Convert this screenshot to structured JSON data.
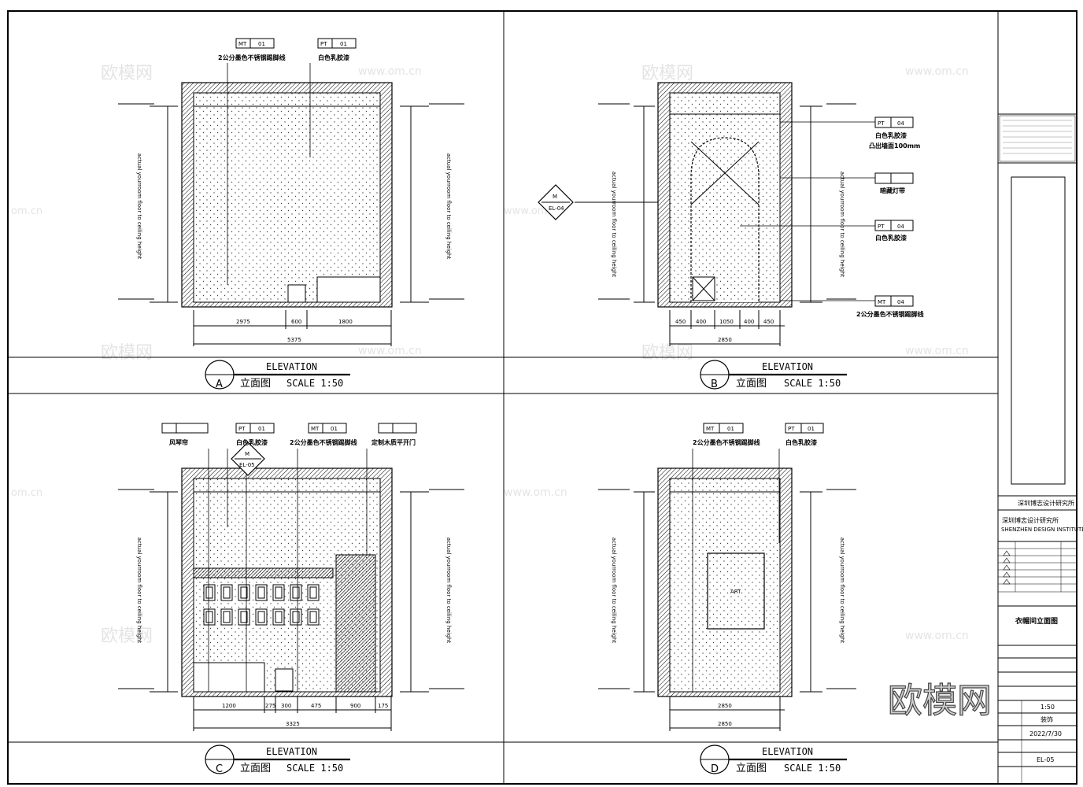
{
  "watermark": {
    "brand": "欧模网",
    "url": "www.om.cn",
    "url_fragment": "om.cn"
  },
  "elevations": [
    {
      "id": "A",
      "title_en": "ELEVATION",
      "title_cn": "立面图",
      "scale": "SCALE 1:50",
      "tags": [
        {
          "code": "MT",
          "num": "01",
          "desc": "2公分墨色不锈钢踢脚线"
        },
        {
          "code": "PT",
          "num": "01",
          "desc": "白色乳胶漆"
        }
      ],
      "side_note": "actual yourroom floor to ceiling height",
      "dims_bottom": [
        "2975",
        "600",
        "1800",
        "5375"
      ]
    },
    {
      "id": "B",
      "title_en": "ELEVATION",
      "title_cn": "立面图",
      "scale": "SCALE 1:50",
      "tags": [
        {
          "code": "PT",
          "num": "04",
          "desc": "白色乳胶漆",
          "desc2": "凸出墙面100mm"
        },
        {
          "code": "",
          "num": "",
          "desc": "暗藏灯带"
        },
        {
          "code": "PT",
          "num": "04",
          "desc": "白色乳胶漆"
        },
        {
          "code": "MT",
          "num": "04",
          "desc": "2公分墨色不锈钢踢脚线"
        }
      ],
      "section_marker": {
        "num": "M",
        "sheet": "EL-04"
      },
      "side_note": "actual yourroom floor to ceiling height",
      "dims_bottom": [
        "450",
        "400",
        "1050",
        "400",
        "450",
        "2850"
      ]
    },
    {
      "id": "C",
      "title_en": "ELEVATION",
      "title_cn": "立面图",
      "scale": "SCALE 1:50",
      "tags": [
        {
          "code": "",
          "num": "",
          "desc": "风琴帘"
        },
        {
          "code": "PT",
          "num": "01",
          "desc": "白色乳胶漆"
        },
        {
          "code": "MT",
          "num": "01",
          "desc": "2公分墨色不锈钢踢脚线"
        },
        {
          "code": "",
          "num": "",
          "desc": "定制木质平开门"
        }
      ],
      "section_marker": {
        "num": "M",
        "sheet": "EL-05"
      },
      "side_note": "actual yourroom floor to ceiling height",
      "dims_bottom": [
        "1200",
        "275",
        "300",
        "475",
        "900",
        "175",
        "3325"
      ]
    },
    {
      "id": "D",
      "title_en": "ELEVATION",
      "title_cn": "立面图",
      "scale": "SCALE 1:50",
      "tags": [
        {
          "code": "MT",
          "num": "01",
          "desc": "2公分墨色不锈钢踢脚线"
        },
        {
          "code": "PT",
          "num": "01",
          "desc": "白色乳胶漆"
        }
      ],
      "art_label": "ART",
      "side_note": "actual yourroom floor to ceiling height",
      "dims_bottom": [
        "2850",
        "2850"
      ]
    }
  ],
  "title_block": {
    "company": "深圳博志设计研究所",
    "company_en": "SHENZHEN DESIGN INSTITUTE",
    "drawing_title": "衣帽间立面图",
    "scale": "1:50",
    "discipline": "装饰",
    "date": "2022/7/30",
    "drawing_no": "EL-05"
  }
}
